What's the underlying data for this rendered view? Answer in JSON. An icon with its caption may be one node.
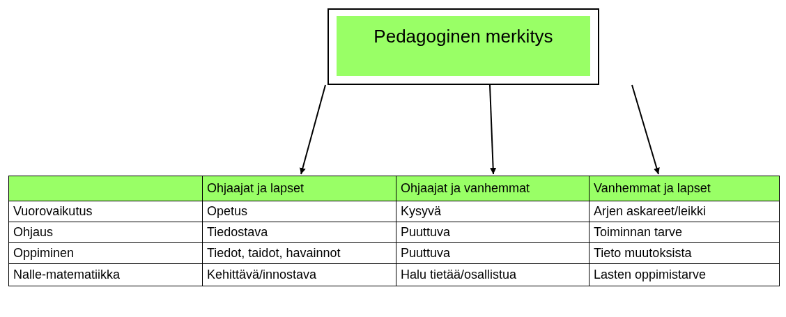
{
  "diagram": {
    "nodes": [
      {
        "text": [
          "Pedagoginen merkitys"
        ]
      },
      {
        "text": [
          "Ohjaajat ja lapset"
        ]
      },
      {
        "text": [
          "Ohjaajat ja vanhemmat"
        ]
      },
      {
        "text": [
          "Vanhemmat ja lapset"
        ]
      }
    ],
    "edges": [
      {
        "from": 0,
        "to": 1,
        "arrow": "to"
      },
      {
        "from": 0,
        "to": 2,
        "arrow": "to"
      },
      {
        "from": 0,
        "to": 3,
        "arrow": "to"
      }
    ],
    "labels": [
      "Vuorovaikutus",
      "Opetus",
      "Kysyvä",
      "Arjen askareet/leikki",
      "Ohjaus",
      "Tiedostava",
      "Puuttuva",
      "Toiminnan tarve",
      "Oppiminen",
      "Tiedot, taidot, havainnot",
      "Puuttuva",
      "Tieto muutoksista",
      "Nalle-matematiikka",
      "Kehittävä/innostava",
      "Halu tietää/osallistua",
      "Lasten oppimistarve"
    ]
  }
}
